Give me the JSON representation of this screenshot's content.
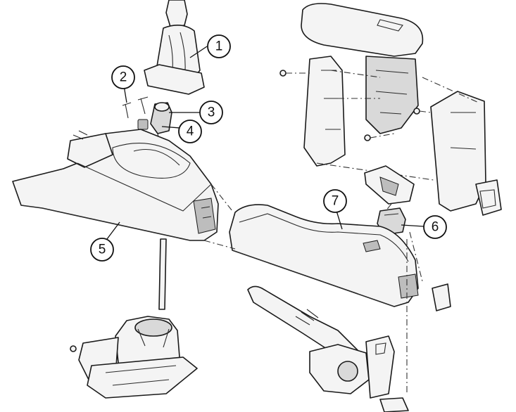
{
  "callouts": [
    {
      "id": "1",
      "label": "1"
    },
    {
      "id": "2",
      "label": "2"
    },
    {
      "id": "3",
      "label": "3"
    },
    {
      "id": "4",
      "label": "4"
    },
    {
      "id": "5",
      "label": "5"
    },
    {
      "id": "6",
      "label": "6"
    },
    {
      "id": "7",
      "label": "7"
    }
  ],
  "colors": {
    "line": "#1a1a1a",
    "fill": "#f4f4f4",
    "background": "#ffffff"
  }
}
